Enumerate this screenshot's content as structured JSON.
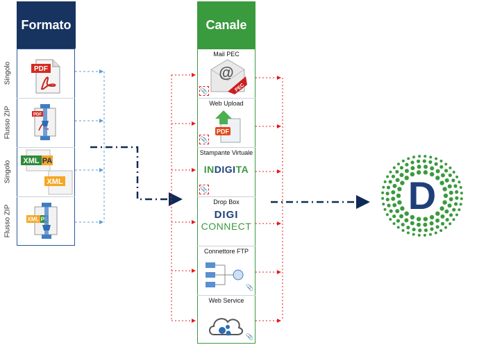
{
  "formato": {
    "title": "Formato",
    "rows": [
      {
        "label": "Singolo",
        "icon": "pdf-document-icon",
        "badge": "PDF"
      },
      {
        "label": "Flusso ZIP",
        "icon": "zip-compressed-pdf-icon",
        "badge": "PDF"
      },
      {
        "label": "Singolo",
        "icon": "xml-document-icon",
        "badge_a": "XML",
        "badge_b": "PA",
        "badge_c": "XML"
      },
      {
        "label": "Flusso ZIP",
        "icon": "zip-compressed-xml-icon",
        "badge_a": "XML",
        "badge_b": "PA"
      }
    ]
  },
  "canale": {
    "title": "Canale",
    "items": [
      {
        "label": "Mail PEC",
        "icon": "email-pec-icon",
        "tag": "PEC"
      },
      {
        "label": "Web Upload",
        "icon": "pdf-upload-icon",
        "tag": "PDF"
      },
      {
        "label": "Stampante Virtuale",
        "logo_a": "IN",
        "logo_b": "DIGI",
        "logo_c": "TA"
      },
      {
        "label": "Drop Box",
        "logo_a": "DIGI",
        "logo_b": "CONNECT"
      },
      {
        "label": "Connettore FTP",
        "icon": "ftp-network-icon"
      },
      {
        "label": "Web Service",
        "icon": "cloud-service-icon"
      }
    ]
  },
  "destination": {
    "letter": "D",
    "icon": "digita-d-logo-icon"
  },
  "colors": {
    "formato_header": "#17335f",
    "canale_header": "#3a9a3e",
    "formato_border": "#2f5597",
    "canale_border": "#3a9a3e",
    "red_dash": "#e8191c",
    "blue_dash": "#5b9bd5",
    "navy_dashdot": "#0e2a56",
    "logo_green": "#3a9a3e",
    "logo_navy": "#1f3f7a"
  }
}
